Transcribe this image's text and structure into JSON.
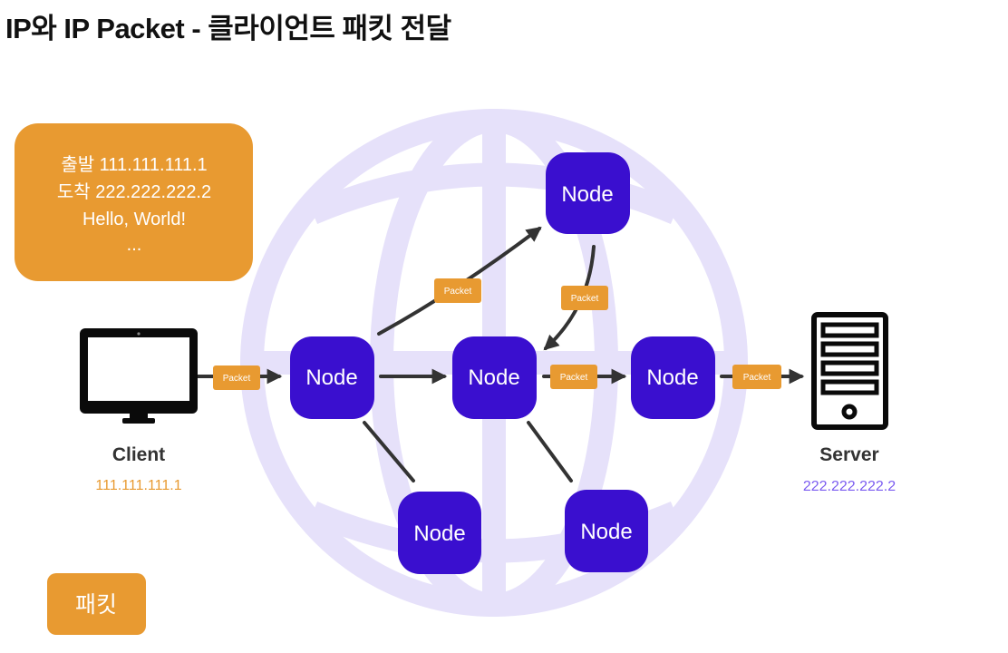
{
  "title": "IP와 IP Packet - 클라이언트 패킷 전달",
  "packet_info": {
    "lines": [
      "출발  111.111.111.1",
      "도착  222.222.222.2",
      "Hello, World!",
      "..."
    ]
  },
  "client": {
    "label": "Client",
    "ip": "111.111.111.1"
  },
  "server": {
    "label": "Server",
    "ip": "222.222.222.2"
  },
  "node_label": "Node",
  "packet_tag": "Packet",
  "legend": {
    "label": "패킷"
  },
  "colors": {
    "node": "#3a0fcf",
    "packet": "#e89a31",
    "globe": "#e6e1fa",
    "arrow": "#333333",
    "server_ip": "#7b5cf0"
  }
}
